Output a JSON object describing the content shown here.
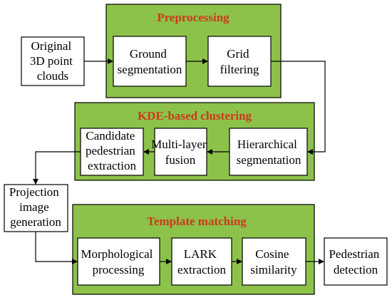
{
  "diagram": {
    "groups": {
      "preprocessing": {
        "title": "Preprocessing",
        "fill": "#8cc24a",
        "stroke": "#000000"
      },
      "clustering": {
        "title": "KDE-based clustering",
        "fill": "#8cc24a",
        "stroke": "#000000"
      },
      "matching": {
        "title": "Template matching",
        "fill": "#8cc24a",
        "stroke": "#000000"
      }
    },
    "nodes": {
      "original": {
        "lines": [
          "Original",
          "3D point",
          "clouds"
        ]
      },
      "ground": {
        "lines": [
          "Ground",
          "segmentation"
        ]
      },
      "grid": {
        "lines": [
          "Grid",
          "filtering"
        ]
      },
      "hierarchical": {
        "lines": [
          "Hierarchical",
          "segmentation"
        ]
      },
      "fusion": {
        "lines": [
          "Multi-layer",
          "fusion"
        ]
      },
      "candidate": {
        "lines": [
          "Candidate",
          "pedestrian",
          "extraction"
        ]
      },
      "projection": {
        "lines": [
          "Projection",
          "image",
          "generation"
        ]
      },
      "morph": {
        "lines": [
          "Morphological",
          "processing"
        ]
      },
      "lark": {
        "lines": [
          "LARK",
          "extraction"
        ]
      },
      "cosine": {
        "lines": [
          "Cosine",
          "similarity"
        ]
      },
      "detection": {
        "lines": [
          "Pedestrian",
          "detection"
        ]
      }
    },
    "colors": {
      "title_text": "#cc3a1a",
      "box_fill": "#ffffff",
      "line": "#000000"
    }
  }
}
